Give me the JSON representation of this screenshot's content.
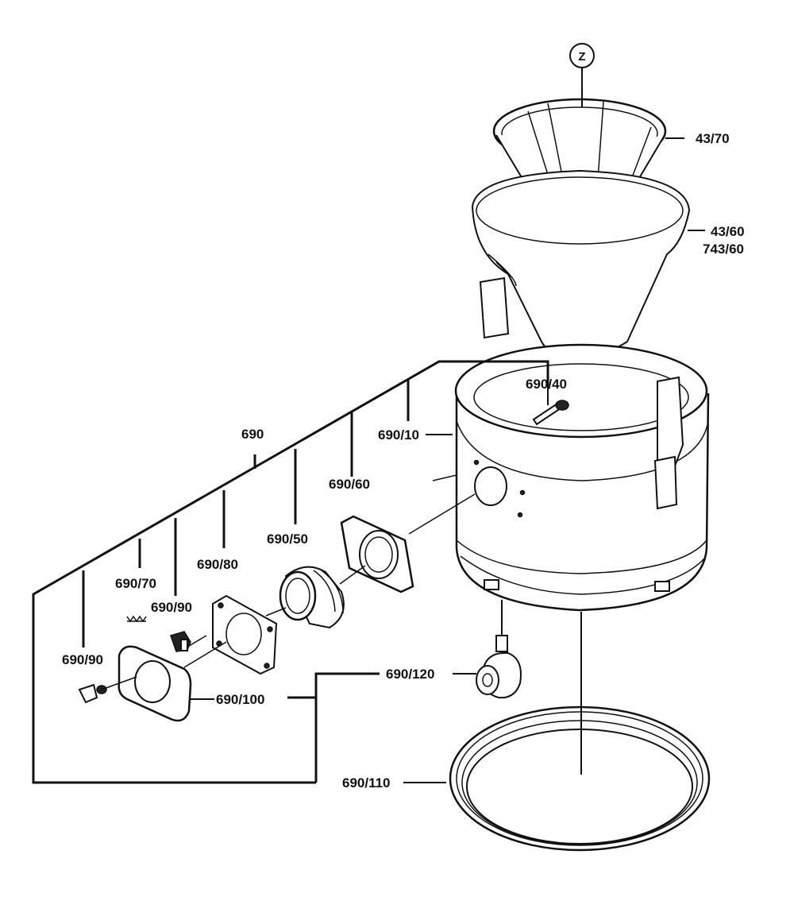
{
  "callout": "Z",
  "labels": {
    "p43_70": "43/70",
    "p43_60": "43/60",
    "p743_60": "743/60",
    "p690_40": "690/40",
    "p690": "690",
    "p690_10": "690/10",
    "p690_60": "690/60",
    "p690_50": "690/50",
    "p690_80": "690/80",
    "p690_70": "690/70",
    "p690_90a": "690/90",
    "p690_90b": "690/90",
    "p690_100": "690/100",
    "p690_120": "690/120",
    "p690_110": "690/110"
  }
}
